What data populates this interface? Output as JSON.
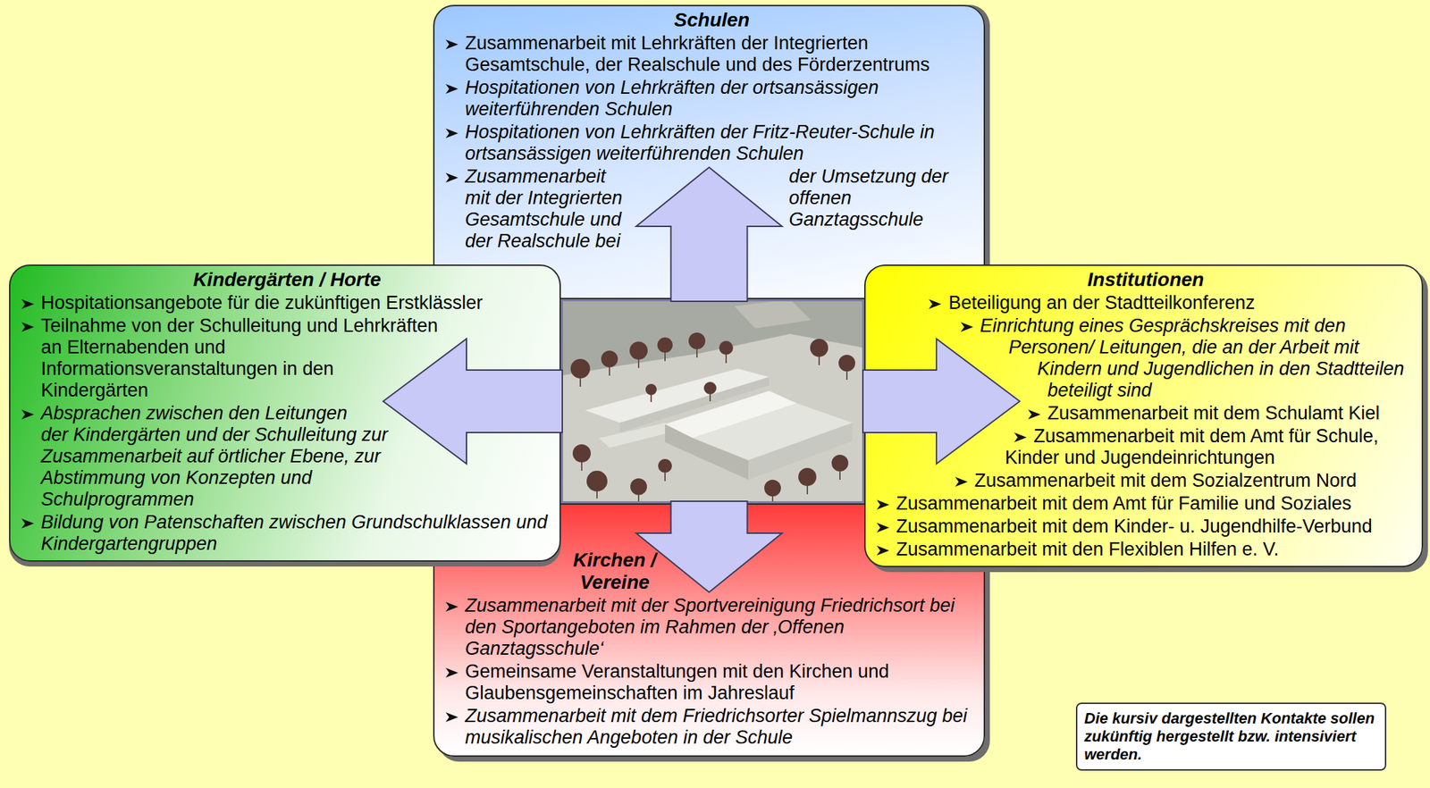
{
  "diagram": {
    "nodes": [
      {
        "text": [
          "Schulen",
          "Zusammenarbeit mit Lehrkräften der Integrierten Gesamtschule, der Realschule und des Förderzentrums",
          "Hospitationen von Lehrkräften der ortsansässigen weiterführenden Schulen",
          "Hospitationen von Lehrkräften der Fritz-Reuter-Schule in ortsansässigen weiterführenden Schulen",
          "Zusammenarbeit mit der Integrierten Gesamtschule und der Realschule bei der Umsetzung der offenen Ganztagsschule"
        ]
      },
      {
        "text": [
          "Kindergärten / Horte",
          "Hospitationsangebote für die zukünftigen Erstklässler",
          "Teilnahme von der Schulleitung und Lehrkräften an Elternabenden und Informationsveranstaltungen in den Kindergärten",
          "Absprachen zwischen den Leitungen der Kindergärten und der Schulleitung zur Zusammenarbeit auf örtlicher Ebene, zur Abstimmung von Konzepten und Schulprogrammen",
          "Bildung von Patenschaften zwischen Grundschulklassen und Kindergartengruppen"
        ]
      },
      {
        "text": [
          "Institutionen",
          "Beteiligung an der Stadtteilkonferenz",
          "Einrichtung eines Gesprächskreises mit den Personen/ Leitungen, die an der Arbeit mit Kindern und Jugendlichen in den Stadtteilen beteiligt sind",
          "Zusammenarbeit mit dem Schulamt Kiel",
          "Zusammenarbeit mit dem Amt für Schule, Kinder und Jugendeinrichtungen",
          "Zusammenarbeit mit dem Sozialzentrum Nord",
          "Zusammenarbeit mit dem Amt für Familie und Soziales",
          "Zusammenarbeit mit dem Kinder- u. Jugendhilfe-Verbund",
          "Zusammenarbeit mit den Flexiblen Hilfen e. V."
        ]
      },
      {
        "text": [
          "Kirchen / Vereine",
          "Zusammenarbeit mit der Sportvereinigung Friedrichsort bei den Sportangeboten im Rahmen der ‚Offenen Ganztagsschule‘",
          "Gemeinsame Veranstaltungen mit den Kirchen und Glaubensgemeinschaften im Jahreslauf",
          "Zusammenarbeit mit dem Friedrichsorter Spielmannszug bei musikalischen Angeboten in der Schule"
        ]
      },
      {
        "text": [
          "Die kursiv dargestellten Kontakte sollen zukünftig hergestellt bzw. intensiviert werden."
        ]
      }
    ]
  }
}
